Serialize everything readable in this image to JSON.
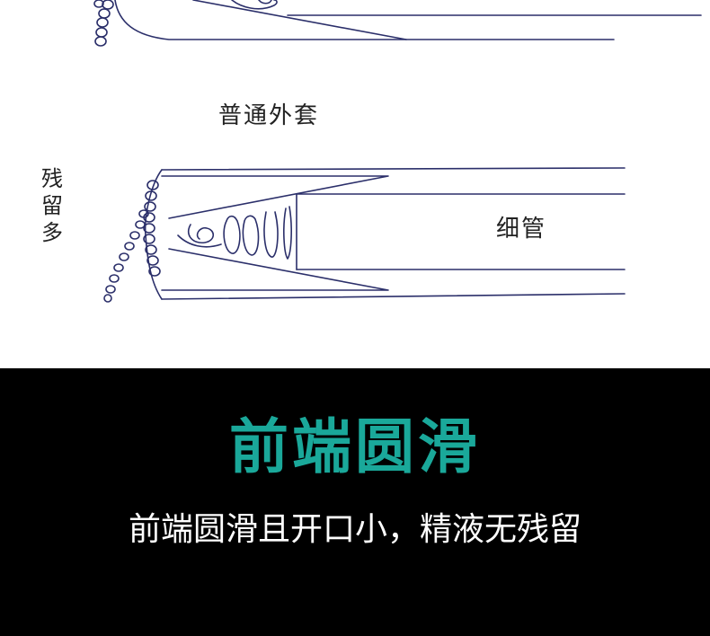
{
  "diagram": {
    "label_normal": "普通外套",
    "label_thin": "细管",
    "label_residue": "残留多",
    "line_color": "#2b2f6a"
  },
  "banner": {
    "background": "#000000",
    "headline": "前端圆滑",
    "headline_color": "#1aa89a",
    "subline": "前端圆滑且开口小，精液无残留",
    "subline_color": "#ffffff"
  }
}
